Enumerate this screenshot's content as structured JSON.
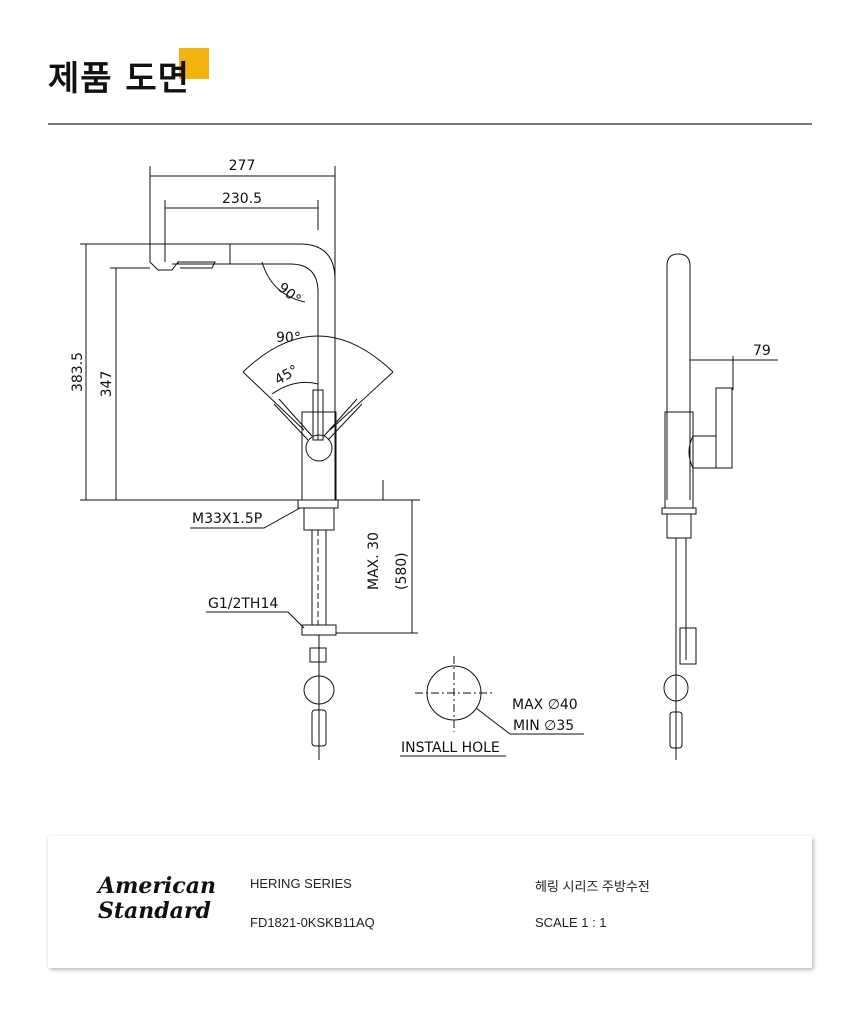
{
  "page": {
    "title": "제품 도면"
  },
  "drawing": {
    "front_view": {
      "dim_overall_reach": "277",
      "dim_spout_reach": "230.5",
      "dim_overall_height": "383.5",
      "dim_spout_height": "347",
      "angle_spout": "90°",
      "angle_handle_range": "90°",
      "angle_handle_half": "45°",
      "label_thread_base": "M33X1.5P",
      "label_max_deck": "MAX. 30",
      "label_below_deck": "(580)",
      "label_hose_thread": "G1/2TH14"
    },
    "side_view": {
      "dim_handle_offset": "79"
    },
    "install_hole": {
      "label_max": "MAX ∅40",
      "label_min": "MIN ∅35",
      "caption": "INSTALL HOLE"
    }
  },
  "footer": {
    "brand_line1": "American",
    "brand_line2": "Standard",
    "series": "HERING SERIES",
    "model": "FD1821-0KSKB11AQ",
    "name_kr": "헤링 시리즈 주방수전",
    "scale": "SCALE  1 : 1"
  }
}
